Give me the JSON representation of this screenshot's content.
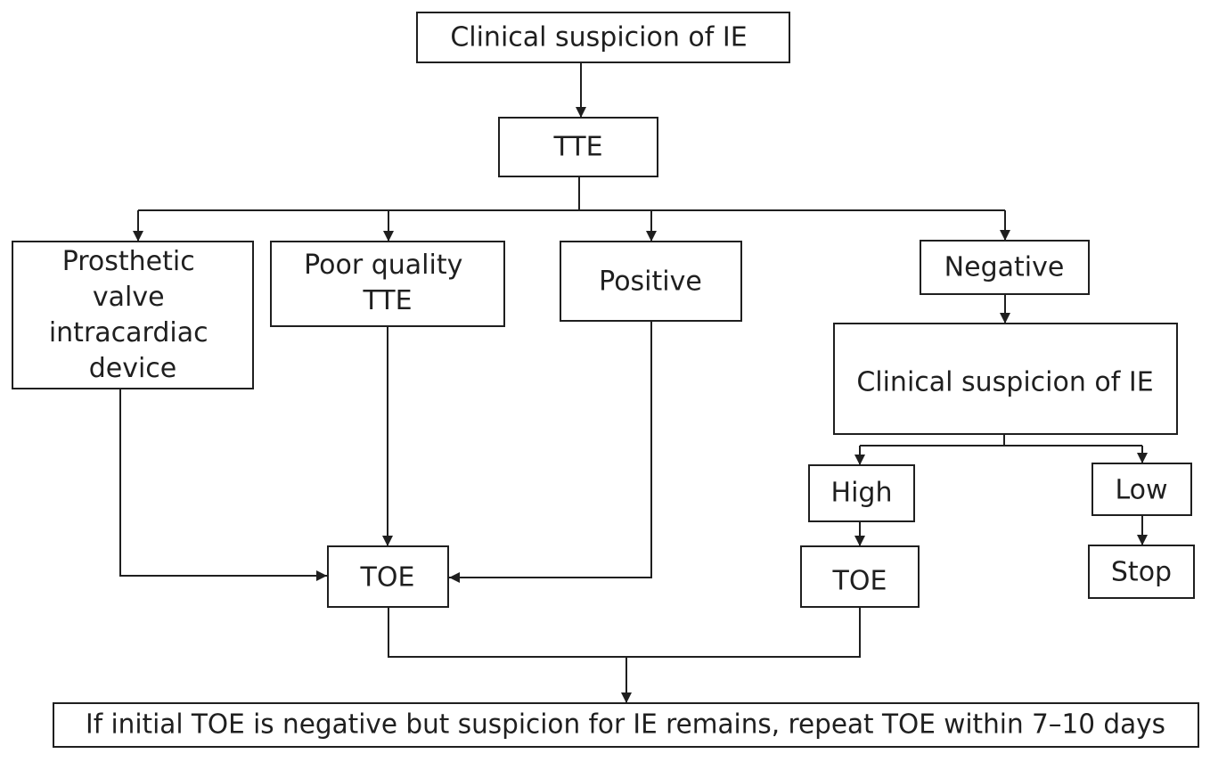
{
  "nodes": {
    "start": "Clinical suspicion of IE",
    "tte": "TTE",
    "prosthetic": [
      "Prosthetic",
      "valve",
      "intracardiac",
      "device"
    ],
    "poor_quality": [
      "Poor quality",
      "TTE"
    ],
    "positive": "Positive",
    "negative": "Negative",
    "clinical_suspicion_2": "Clinical suspicion of IE",
    "high": "High",
    "low": "Low",
    "toe_left": "TOE",
    "toe_right": "TOE",
    "stop": "Stop",
    "footer": "If initial TOE is negative but suspicion for IE remains, repeat TOE within 7–10 days"
  },
  "colors": {
    "line": "#1f1f1f",
    "box_fill": "#ffffff",
    "text": "#1f1f1f"
  }
}
